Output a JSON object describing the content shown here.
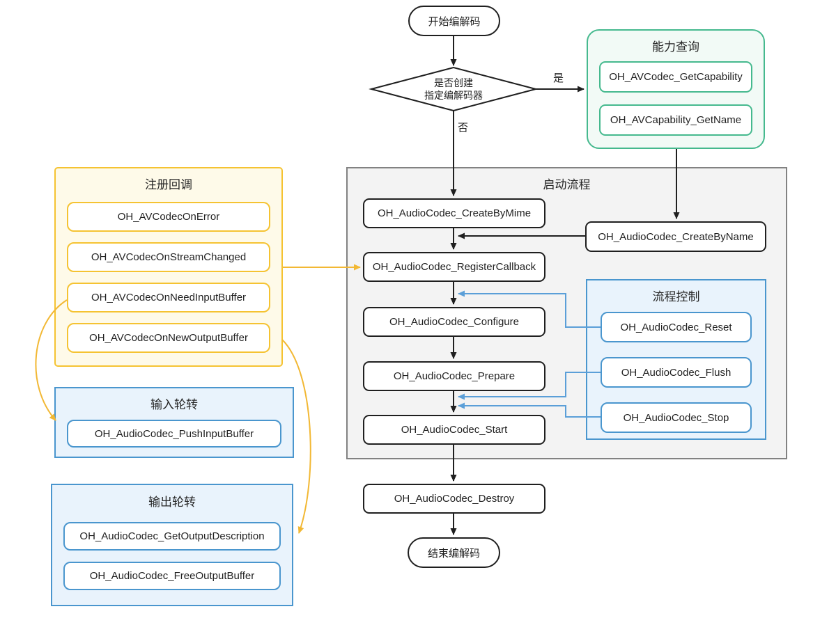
{
  "d": {
    "start": "开始编解码",
    "end": "结束编解码",
    "decision": {
      "line1": "是否创建",
      "line2": "指定编解码器"
    },
    "labels": {
      "yes": "是",
      "no": "否"
    },
    "groups": {
      "capability": {
        "title": "能力查询",
        "items": [
          "OH_AVCodec_GetCapability",
          "OH_AVCapability_GetName"
        ]
      },
      "callbacks": {
        "title": "注册回调",
        "items": [
          "OH_AVCodecOnError",
          "OH_AVCodecOnStreamChanged",
          "OH_AVCodecOnNeedInputBuffer",
          "OH_AVCodecOnNewOutputBuffer"
        ]
      },
      "startup": {
        "title": "启动流程"
      },
      "flow_control": {
        "title": "流程控制",
        "items": [
          "OH_AudioCodec_Reset",
          "OH_AudioCodec_Flush",
          "OH_AudioCodec_Stop"
        ]
      },
      "input_loop": {
        "title": "输入轮转",
        "items": [
          "OH_AudioCodec_PushInputBuffer"
        ]
      },
      "output_loop": {
        "title": "输出轮转",
        "items": [
          "OH_AudioCodec_GetOutputDescription",
          "OH_AudioCodec_FreeOutputBuffer"
        ]
      }
    },
    "nodes": {
      "create_by_mime": "OH_AudioCodec_CreateByMime",
      "create_by_name": "OH_AudioCodec_CreateByName",
      "register_callback": "OH_AudioCodec_RegisterCallback",
      "configure": "OH_AudioCodec_Configure",
      "prepare": "OH_AudioCodec_Prepare",
      "start": "OH_AudioCodec_Start",
      "destroy": "OH_AudioCodec_Destroy"
    },
    "colors": {
      "green": "#45b98e",
      "yellow": "#f5c332",
      "blue": "#4a96ce",
      "blue_connector": "#5b9fd8",
      "gray": "#828282",
      "black": "#1f1f1f"
    }
  }
}
